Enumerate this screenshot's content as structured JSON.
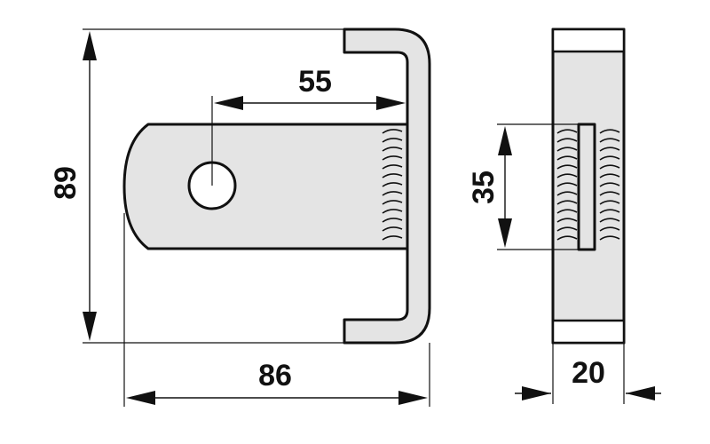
{
  "dimensions": {
    "overall_height": "89",
    "hole_to_bracket": "55",
    "overall_length": "86",
    "weld_length": "35",
    "thickness": "20"
  }
}
